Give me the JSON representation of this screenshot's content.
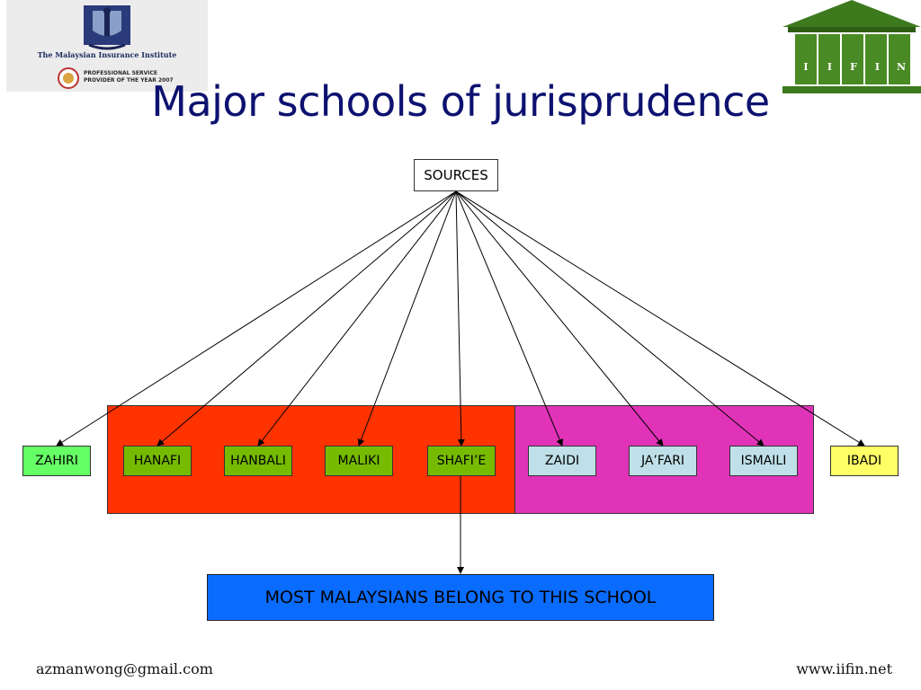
{
  "slide": {
    "title": "Major schools of jurisprudence"
  },
  "logo_left": {
    "institute_name": "The Malaysian Insurance Institute",
    "award_line1": "PROFESSIONAL SERVICE",
    "award_line2": "PROVIDER OF THE YEAR 2007"
  },
  "logo_right": {
    "letters": [
      "I",
      "I",
      "F",
      "I",
      "N"
    ],
    "colors": {
      "roof": "#3d7a1e",
      "columns": "#4a8a24"
    }
  },
  "diagram": {
    "root": "SOURCES",
    "schools": [
      {
        "label": "ZAHIRI",
        "color": "#66ff66"
      },
      {
        "label": "HANAFI",
        "color": "#77bb00"
      },
      {
        "label": "HANBALI",
        "color": "#77bb00"
      },
      {
        "label": "MALIKI",
        "color": "#77bb00"
      },
      {
        "label": "SHAFI’E",
        "color": "#77bb00"
      },
      {
        "label": "ZAIDI",
        "color": "#bfe0e8"
      },
      {
        "label": "JA’FARI",
        "color": "#bfe0e8"
      },
      {
        "label": "ISMAILI",
        "color": "#bfe0e8"
      },
      {
        "label": "IBADI",
        "color": "#ffff66"
      }
    ],
    "group_colors": {
      "sunni": "#ff3300",
      "shia": "#e033b8"
    },
    "note": "MOST MALAYSIANS BELONG TO THIS SCHOOL",
    "note_color": "#0a6cff"
  },
  "footer": {
    "email": "azmanwong@gmail.com",
    "website": "www.iifin.net"
  }
}
